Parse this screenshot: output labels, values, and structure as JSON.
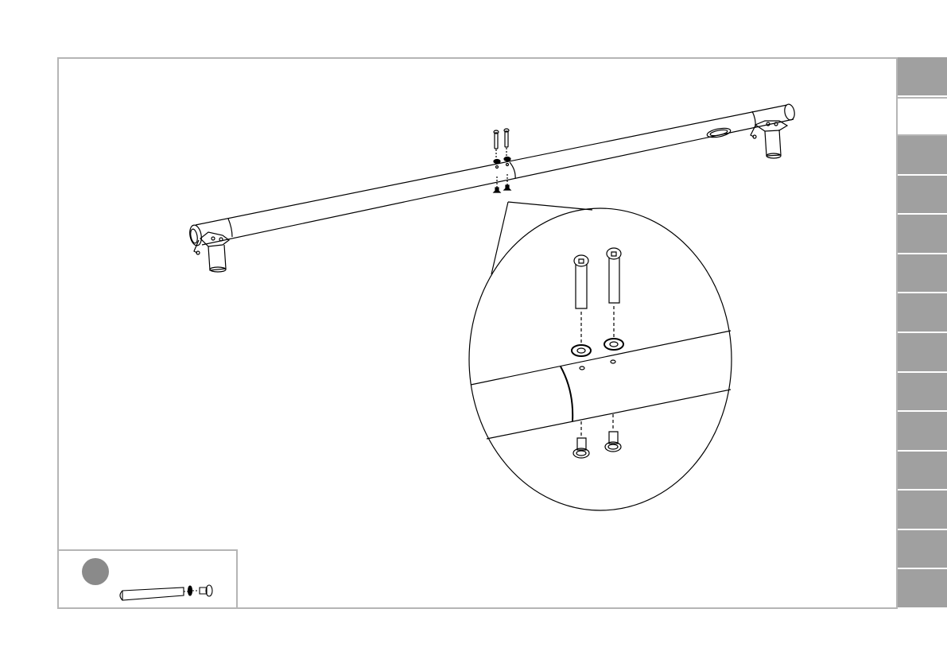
{
  "manual": {
    "step_tabs": [
      {
        "state": "inactive"
      },
      {
        "state": "active"
      },
      {
        "state": "inactive"
      },
      {
        "state": "inactive"
      },
      {
        "state": "inactive"
      },
      {
        "state": "inactive"
      },
      {
        "state": "inactive"
      },
      {
        "state": "inactive"
      },
      {
        "state": "inactive"
      },
      {
        "state": "inactive"
      },
      {
        "state": "inactive"
      },
      {
        "state": "inactive"
      },
      {
        "state": "inactive"
      },
      {
        "state": "inactive"
      }
    ],
    "colors": {
      "tab_gray": "#a0a0a0",
      "frame_gray": "#b5b5b5",
      "badge_gray": "#8a8a8a",
      "line": "#000000"
    },
    "icons": {
      "main": "top-bar-assembly-illustration",
      "detail": "bolt-washer-detail-magnifier",
      "parts": "bolt-washer-nut-hardware-icon"
    }
  }
}
